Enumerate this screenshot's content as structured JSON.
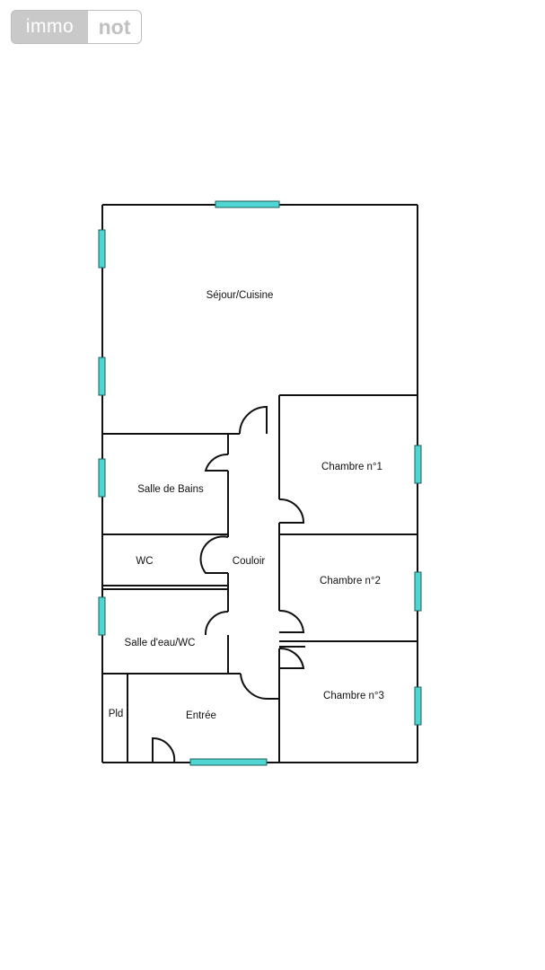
{
  "logo": {
    "part1": "immo",
    "part2": "not"
  },
  "rooms": {
    "sejour": "Séjour/Cuisine",
    "chambre1": "Chambre n°1",
    "salle_bains": "Salle de Bains",
    "wc": "WC",
    "couloir": "Couloir",
    "chambre2": "Chambre n°2",
    "salle_eau": "Salle d'eau/WC",
    "chambre3": "Chambre n°3",
    "pld": "Pld",
    "entree": "Entrée"
  },
  "colors": {
    "wall": "#111111",
    "window": "#4fd6d2",
    "window_edge": "#1c5e5c"
  }
}
